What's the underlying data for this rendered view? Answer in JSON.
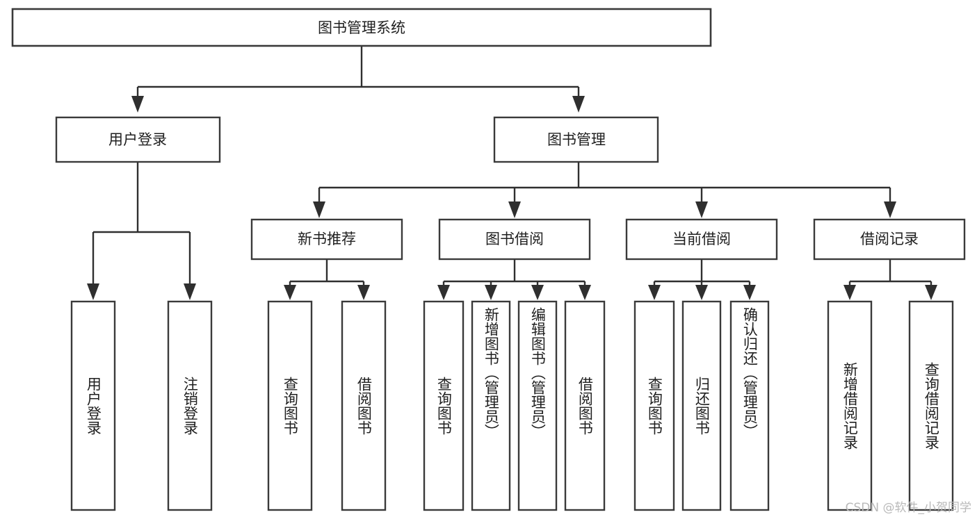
{
  "diagram": {
    "title": "图书管理系统",
    "type": "tree",
    "watermark": "CSDN @软件_小贺同学",
    "colors": {
      "box_stroke": "#3a3a3a",
      "box_fill": "#ffffff",
      "edge": "#2f2f2f",
      "text": "#1f1f1f",
      "watermark": "#b9b9b9",
      "background": "#ffffff"
    },
    "levels": {
      "root": {
        "label": "图书管理系统"
      },
      "level2": [
        {
          "label": "用户登录"
        },
        {
          "label": "图书管理"
        }
      ],
      "level3": [
        {
          "label": "新书推荐"
        },
        {
          "label": "图书借阅"
        },
        {
          "label": "当前借阅"
        },
        {
          "label": "借阅记录"
        }
      ]
    },
    "leaves": {
      "user_login": [
        {
          "label": "用户登录"
        },
        {
          "label": "注销登录"
        }
      ],
      "new_book_recommend": [
        {
          "label": "查询图书"
        },
        {
          "label": "借阅图书"
        }
      ],
      "book_borrow": [
        {
          "label": "查询图书"
        },
        {
          "label": "新增图书（管理员）"
        },
        {
          "label": "编辑图书（管理员）"
        },
        {
          "label": "借阅图书"
        }
      ],
      "current_borrow": [
        {
          "label": "查询图书"
        },
        {
          "label": "归还图书"
        },
        {
          "label": "确认归还（管理员）"
        }
      ],
      "borrow_record": [
        {
          "label": "新增借阅记录"
        },
        {
          "label": "查询借阅记录"
        }
      ]
    }
  },
  "chart_data": {
    "type": "table",
    "title": "图书管理系统",
    "xlabel": "",
    "ylabel": "",
    "categories": [
      "用户登录",
      "图书管理"
    ],
    "series": [
      {
        "name": "用户登录",
        "values": [
          "用户登录",
          "注销登录"
        ]
      },
      {
        "name": "新书推荐",
        "values": [
          "查询图书",
          "借阅图书"
        ]
      },
      {
        "name": "图书借阅",
        "values": [
          "查询图书",
          "新增图书（管理员）",
          "编辑图书（管理员）",
          "借阅图书"
        ]
      },
      {
        "name": "当前借阅",
        "values": [
          "查询图书",
          "归还图书",
          "确认归还（管理员）"
        ]
      },
      {
        "name": "借阅记录",
        "values": [
          "新增借阅记录",
          "查询借阅记录"
        ]
      }
    ]
  }
}
